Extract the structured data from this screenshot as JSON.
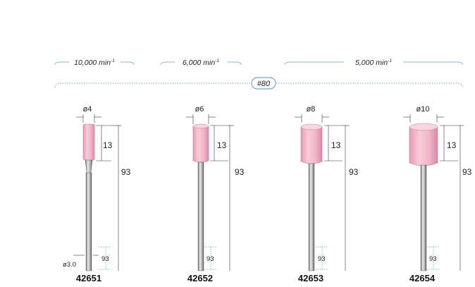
{
  "speeds": [
    {
      "label": "10,000 min",
      "exp": "-1"
    },
    {
      "label": "6,000 min",
      "exp": "-1"
    },
    {
      "label": "5,000 min",
      "exp": "-1"
    }
  ],
  "grit": "#80",
  "tools": [
    {
      "code": "42651",
      "diameter": "ø4",
      "head_length": "13",
      "overall_length": "93",
      "shank_label": "93",
      "shank_dia": "ø3.0",
      "stone_color": "#f2b8c8"
    },
    {
      "code": "42652",
      "diameter": "ø6",
      "head_length": "13",
      "overall_length": "93",
      "shank_label": "93",
      "stone_color": "#f2b8c8"
    },
    {
      "code": "42653",
      "diameter": "ø8",
      "head_length": "13",
      "overall_length": "93",
      "shank_label": "93",
      "stone_color": "#f2b8c8"
    },
    {
      "code": "42654",
      "diameter": "ø10",
      "head_length": "13",
      "overall_length": "93",
      "shank_label": "93",
      "stone_color": "#f2b8c8"
    }
  ]
}
